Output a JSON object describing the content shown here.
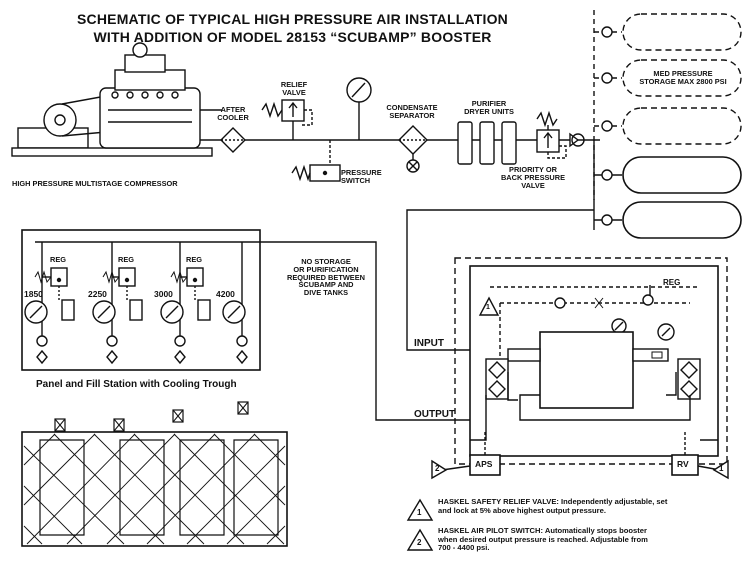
{
  "title": {
    "line1": "SCHEMATIC OF TYPICAL HIGH PRESSURE AIR INSTALLATION",
    "line2": "WITH ADDITION OF MODEL 28153 “SCUBAMP” BOOSTER"
  },
  "labels": {
    "compressor": "HIGH PRESSURE MULTISTAGE COMPRESSOR",
    "after_cooler": [
      "AFTER",
      "COOLER"
    ],
    "relief_valve": [
      "RELIEF",
      "VALVE"
    ],
    "pressure_switch": [
      "PRESSURE",
      "SWITCH"
    ],
    "condensate_separator": [
      "CONDENSATE",
      "SEPARATOR"
    ],
    "purifier": [
      "PURIFIER",
      "DRYER UNITS"
    ],
    "priority_valve": [
      "PRIORITY OR",
      "BACK PRESSURE",
      "VALVE"
    ],
    "med_storage": [
      "MED PRESSURE",
      "STORAGE MAX 2800 PSI"
    ],
    "no_storage": [
      "NO STORAGE",
      "OR PURIFICATION",
      "REQUIRED BETWEEN",
      "SCUBAMP AND",
      "DIVE TANKS"
    ],
    "panel_caption": "Panel and Fill Station with Cooling Trough",
    "input": "INPUT",
    "output": "OUTPUT",
    "reg": "REG",
    "aps": "APS",
    "rv": "RV"
  },
  "panel": {
    "pressures": [
      "1850",
      "2250",
      "3000",
      "4200"
    ],
    "reg_labels": [
      "REG",
      "REG",
      "REG"
    ]
  },
  "markers": {
    "one": "1",
    "two": "2"
  },
  "notes": [
    {
      "marker": "1",
      "line1": "HASKEL SAFETY RELIEF VALVE: Independently adjustable, set",
      "line2": "and lock at 5% above highest output pressure."
    },
    {
      "marker": "2",
      "line1": "HASKEL AIR PILOT SWITCH: Automatically stops booster",
      "line2": "when desired output pressure is reached. Adjustable from",
      "line3": "700 - 4400 psi."
    }
  ]
}
